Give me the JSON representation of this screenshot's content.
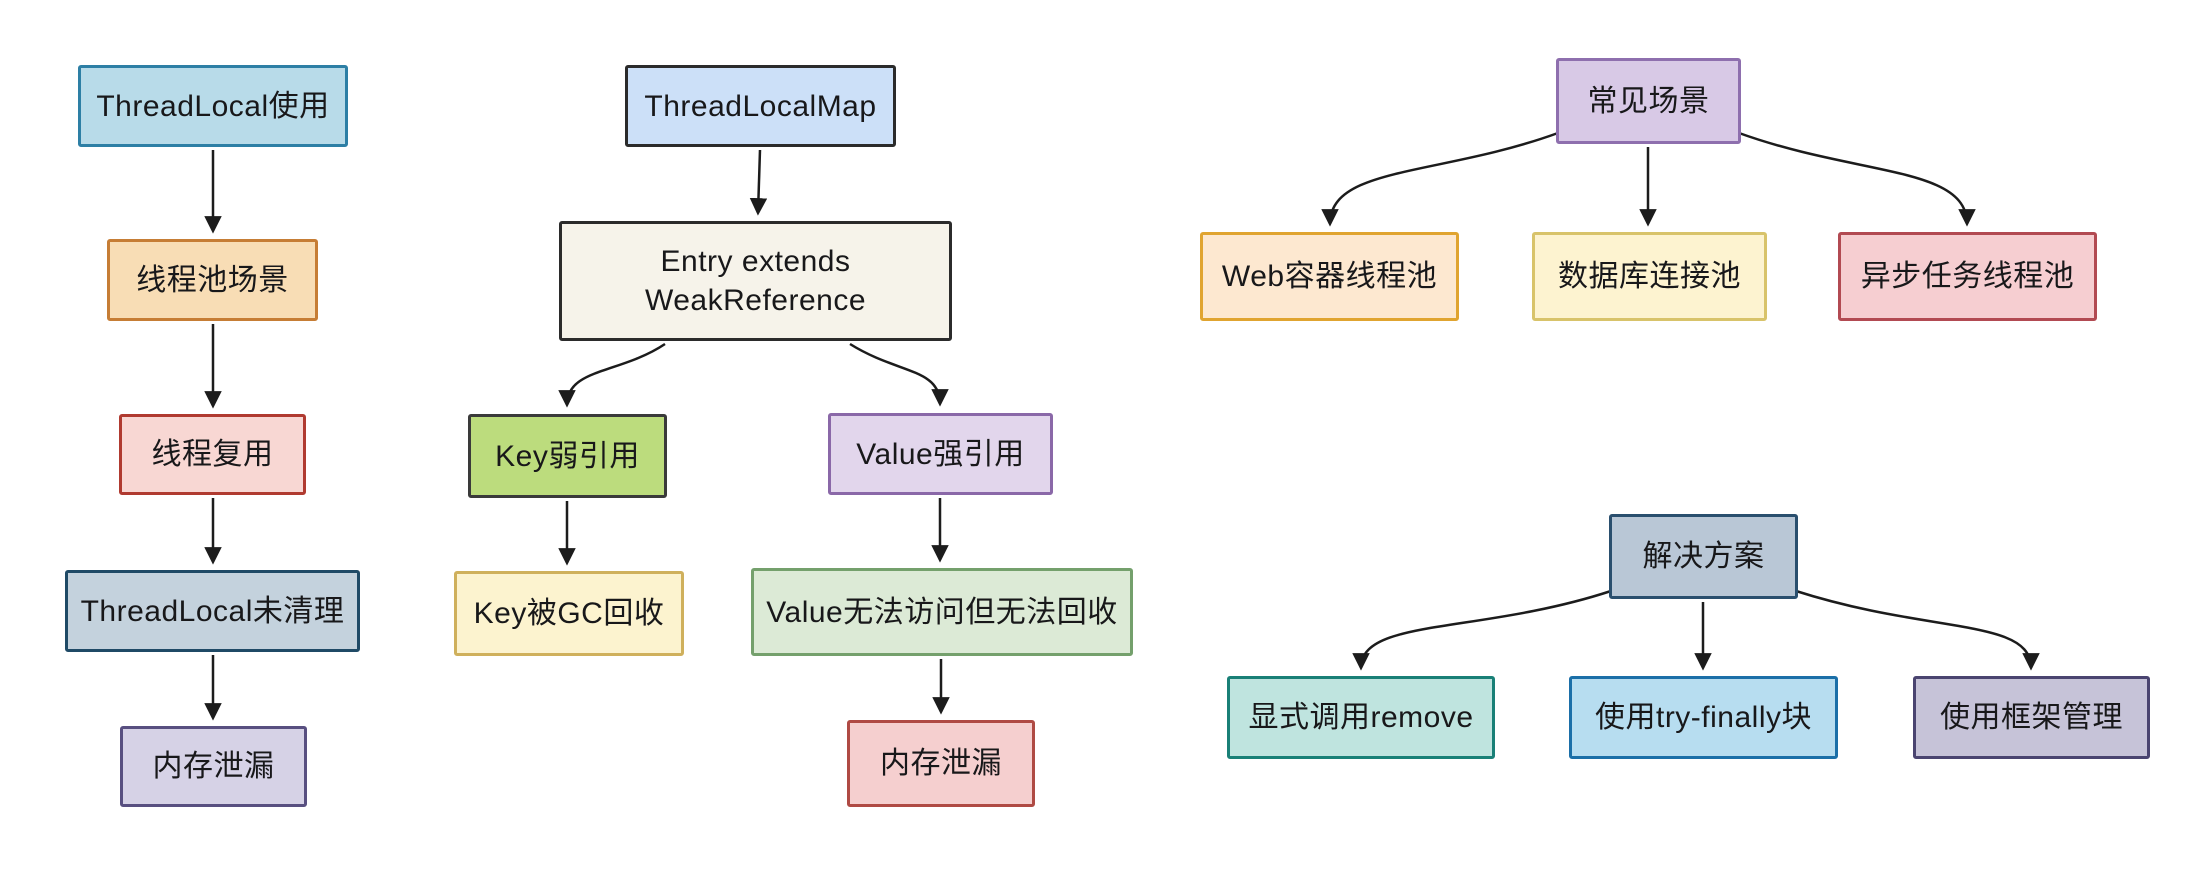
{
  "canvas": {
    "background": "#ffffff",
    "arrow_color": "#1c1c1c",
    "text_color": "#18181a"
  },
  "nodes": [
    {
      "id": "threadlocal-usage",
      "label": "ThreadLocal使用",
      "fill": "#b8dbe9",
      "border": "#2d7fa5"
    },
    {
      "id": "thread-pool-scenario",
      "label": "线程池场景",
      "fill": "#f8ddb5",
      "border": "#c67d35"
    },
    {
      "id": "thread-reuse",
      "label": "线程复用",
      "fill": "#f8d7d3",
      "border": "#b03a30"
    },
    {
      "id": "threadlocal-not-cleaned",
      "label": "ThreadLocal未清理",
      "fill": "#c4d2dd",
      "border": "#1f4a66"
    },
    {
      "id": "memory-leak-left",
      "label": "内存泄漏",
      "fill": "#d6d2e6",
      "border": "#584f80"
    },
    {
      "id": "threadlocalmap",
      "label": "ThreadLocalMap",
      "fill": "#cce0f8",
      "border": "#2b2b2b"
    },
    {
      "id": "entry-weakreference",
      "label": "Entry extends\nWeakReference",
      "fill": "#f6f3ea",
      "border": "#2b2b2b"
    },
    {
      "id": "key-weak-reference",
      "label": "Key弱引用",
      "fill": "#bcdc7d",
      "border": "#3a3a3a"
    },
    {
      "id": "value-strong-reference",
      "label": "Value强引用",
      "fill": "#e2d6ec",
      "border": "#8a68a8"
    },
    {
      "id": "key-gc-collected",
      "label": "Key被GC回收",
      "fill": "#fcf3cf",
      "border": "#cfb05c"
    },
    {
      "id": "value-unreachable",
      "label": "Value无法访问但无法回收",
      "fill": "#dcead6",
      "border": "#74a06c"
    },
    {
      "id": "memory-leak-middle",
      "label": "内存泄漏",
      "fill": "#f5cfcf",
      "border": "#af4a44"
    },
    {
      "id": "common-scenarios",
      "label": "常见场景",
      "fill": "#d8c9e6",
      "border": "#8e6fae"
    },
    {
      "id": "web-container-pool",
      "label": "Web容器线程池",
      "fill": "#fde8d0",
      "border": "#e0a430"
    },
    {
      "id": "database-connection-pool",
      "label": "数据库连接池",
      "fill": "#fdf3d0",
      "border": "#d8c36a"
    },
    {
      "id": "async-task-pool",
      "label": "异步任务线程池",
      "fill": "#f6ced1",
      "border": "#b24a52"
    },
    {
      "id": "solutions",
      "label": "解决方案",
      "fill": "#b9c7d6",
      "border": "#2a4f6e"
    },
    {
      "id": "explicit-remove",
      "label": "显式调用remove",
      "fill": "#bfe4df",
      "border": "#198077"
    },
    {
      "id": "try-finally-block",
      "label": "使用try-finally块",
      "fill": "#b7ddf0",
      "border": "#1b6fa8"
    },
    {
      "id": "framework-management",
      "label": "使用框架管理",
      "fill": "#c6c3d8",
      "border": "#4a4470"
    }
  ],
  "edges": [
    {
      "from": "threadlocal-usage",
      "to": "thread-pool-scenario"
    },
    {
      "from": "thread-pool-scenario",
      "to": "thread-reuse"
    },
    {
      "from": "thread-reuse",
      "to": "threadlocal-not-cleaned"
    },
    {
      "from": "threadlocal-not-cleaned",
      "to": "memory-leak-left"
    },
    {
      "from": "threadlocalmap",
      "to": "entry-weakreference"
    },
    {
      "from": "entry-weakreference",
      "to": "key-weak-reference"
    },
    {
      "from": "entry-weakreference",
      "to": "value-strong-reference"
    },
    {
      "from": "key-weak-reference",
      "to": "key-gc-collected"
    },
    {
      "from": "value-strong-reference",
      "to": "value-unreachable"
    },
    {
      "from": "value-unreachable",
      "to": "memory-leak-middle"
    },
    {
      "from": "common-scenarios",
      "to": "web-container-pool"
    },
    {
      "from": "common-scenarios",
      "to": "database-connection-pool"
    },
    {
      "from": "common-scenarios",
      "to": "async-task-pool"
    },
    {
      "from": "solutions",
      "to": "explicit-remove"
    },
    {
      "from": "solutions",
      "to": "try-finally-block"
    },
    {
      "from": "solutions",
      "to": "framework-management"
    }
  ]
}
